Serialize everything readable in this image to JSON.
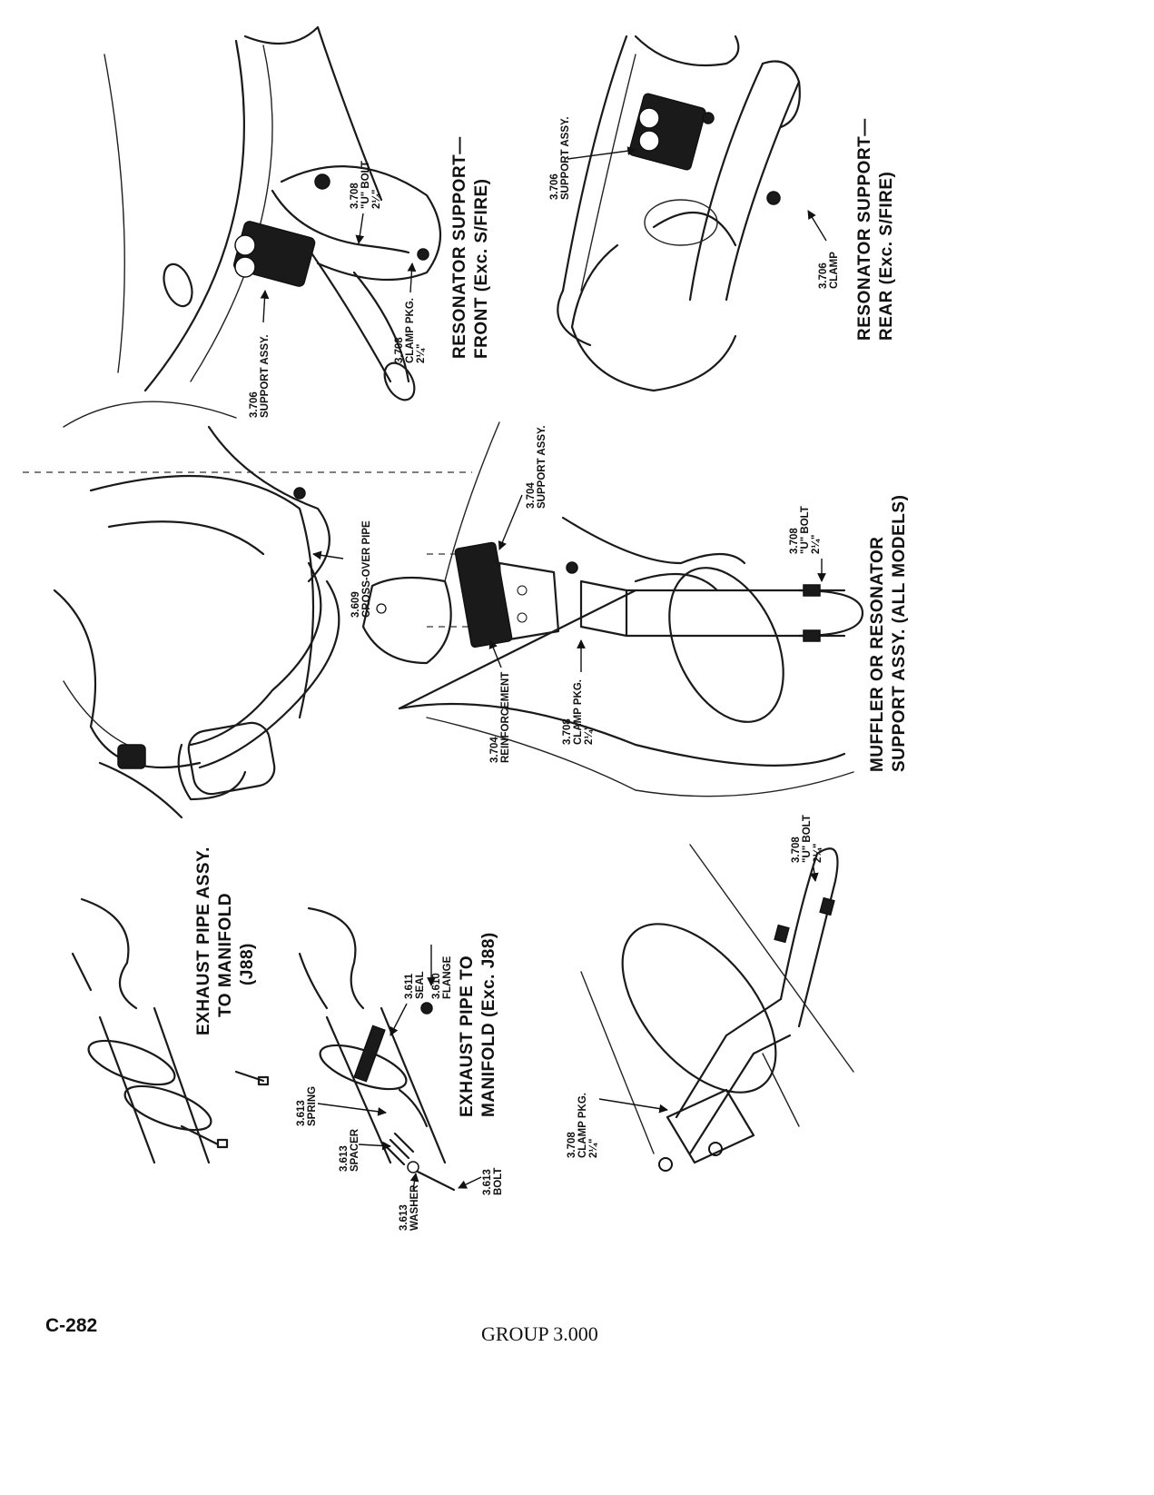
{
  "footer": {
    "page_number": "C-282",
    "group": "GROUP 3.000"
  },
  "panels": {
    "resonator_front": {
      "caption_line1": "RESONATOR SUPPORT—",
      "caption_line2": "FRONT (Exc. S/FIRE)",
      "labels": {
        "support_num": "3.706",
        "support_text": "SUPPORT ASSY.",
        "clamp_num": "3.708",
        "clamp_text": "CLAMP PKG.",
        "clamp_size": "2¼\"",
        "ubolt_num": "3.708",
        "ubolt_text": "\"U\" BOLT",
        "ubolt_size": "2¼\""
      }
    },
    "resonator_rear": {
      "caption_line1": "RESONATOR SUPPORT—",
      "caption_line2": "REAR (Exc. S/FIRE)",
      "labels": {
        "support_num": "3.706",
        "support_text": "SUPPORT ASSY.",
        "clamp_num": "3.706",
        "clamp_text": "CLAMP"
      }
    },
    "crossover": {
      "labels": {
        "pipe_num": "3.609",
        "pipe_text": "CROSS-OVER PIPE"
      }
    },
    "muffler_support": {
      "caption_line1": "MUFFLER OR RESONATOR",
      "caption_line2": "SUPPORT ASSY. (ALL MODELS)",
      "labels": {
        "support_num": "3.704",
        "support_text": "SUPPORT ASSY.",
        "reinf_num": "3.704",
        "reinf_text": "REINFORCEMENT",
        "clamp_num": "3.708",
        "clamp_text": "CLAMP PKG.",
        "clamp_size": "2¼\"",
        "ubolt_num": "3.708",
        "ubolt_text": "\"U\" BOLT",
        "ubolt_size": "2¼\""
      }
    },
    "exhaust_j88": {
      "caption_line1": "EXHAUST PIPE ASSY.",
      "caption_line2": "TO MANIFOLD",
      "caption_line3": "(J88)"
    },
    "exhaust_exc_j88": {
      "caption_line1": "EXHAUST PIPE TO",
      "caption_line2": "MANIFOLD (Exc. J88)",
      "labels": {
        "seal_num": "3.611",
        "seal_text": "SEAL",
        "flange_num": "3.610",
        "flange_text": "FLANGE",
        "spring_num": "3.613",
        "spring_text": "SPRING",
        "spacer_num": "3.613",
        "spacer_text": "SPACER",
        "washer_num": "3.613",
        "washer_text": "WASHER",
        "bolt_num": "3.613",
        "bolt_text": "BOLT"
      }
    },
    "clamp_detail": {
      "labels": {
        "ubolt_num": "3.708",
        "ubolt_text": "\"U\" BOLT",
        "ubolt_size": "2¼\"",
        "clamp_num": "3.708",
        "clamp_text": "CLAMP PKG.",
        "clamp_size": "2¼\""
      }
    }
  }
}
